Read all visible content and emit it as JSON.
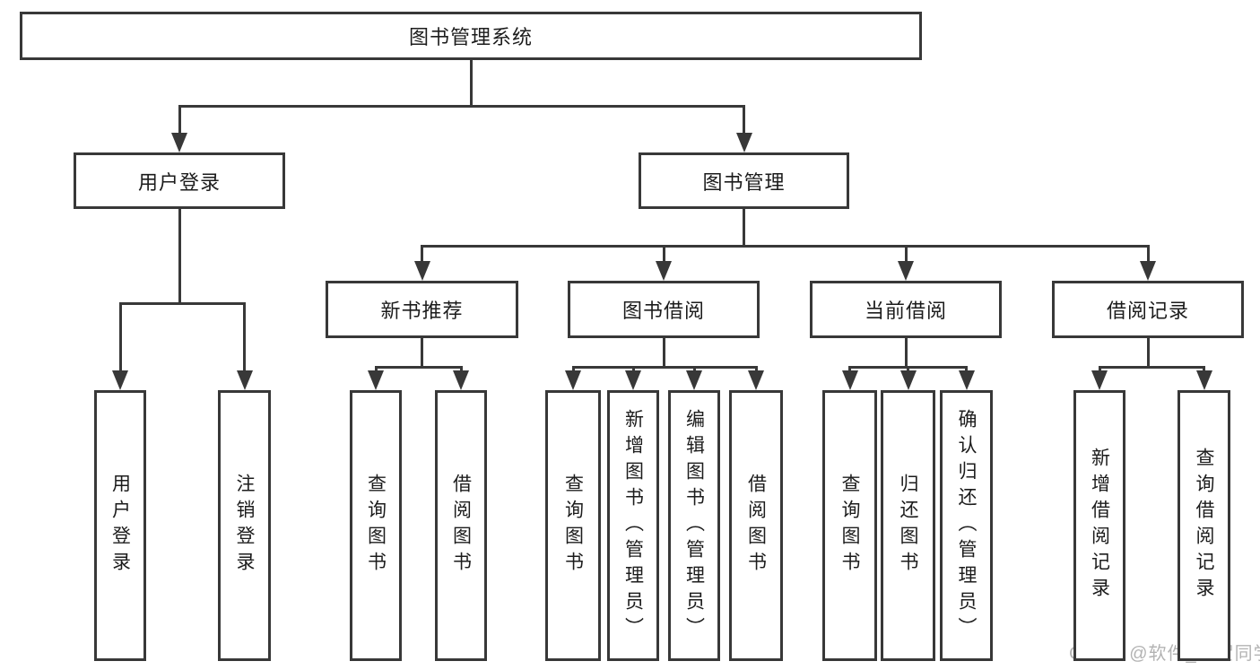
{
  "page": {
    "watermark": "CSDN @软件_小贺同学"
  },
  "diagram": {
    "type": "tree",
    "title": "图书管理系统",
    "colors": {
      "line": "#383838",
      "box_fill": "#ffffff",
      "text": "#1c1c1c",
      "watermark": "#b3b3b3"
    },
    "nodes": [
      {
        "id": "root",
        "label": "图书管理系统",
        "level": 1
      },
      {
        "id": "login",
        "label": "用户登录",
        "level": 2
      },
      {
        "id": "mgmt",
        "label": "图书管理",
        "level": 2
      },
      {
        "id": "rec",
        "label": "新书推荐",
        "level": 3
      },
      {
        "id": "borrow",
        "label": "图书借阅",
        "level": 3
      },
      {
        "id": "current",
        "label": "当前借阅",
        "level": 3
      },
      {
        "id": "record",
        "label": "借阅记录",
        "level": 3
      },
      {
        "id": "login-leaf",
        "label": "用户登录",
        "level": 4
      },
      {
        "id": "logout-leaf",
        "label": "注销登录",
        "level": 4
      },
      {
        "id": "rec-query",
        "label": "查询图书",
        "level": 4
      },
      {
        "id": "rec-borrow",
        "label": "借阅图书",
        "level": 4
      },
      {
        "id": "b-query",
        "label": "查询图书",
        "level": 4
      },
      {
        "id": "b-add",
        "label": "新增图书（管理员）",
        "level": 4
      },
      {
        "id": "b-edit",
        "label": "编辑图书（管理员）",
        "level": 4
      },
      {
        "id": "b-borrow",
        "label": "借阅图书",
        "level": 4
      },
      {
        "id": "c-query",
        "label": "查询图书",
        "level": 4
      },
      {
        "id": "c-return",
        "label": "归还图书",
        "level": 4
      },
      {
        "id": "c-confirm",
        "label": "确认归还（管理员）",
        "level": 4
      },
      {
        "id": "r-add",
        "label": "新增借阅记录",
        "level": 4
      },
      {
        "id": "r-query",
        "label": "查询借阅记录",
        "level": 4
      }
    ],
    "edges": [
      {
        "from": "root",
        "to": [
          "login",
          "mgmt"
        ]
      },
      {
        "from": "login",
        "to": [
          "login-leaf",
          "logout-leaf"
        ]
      },
      {
        "from": "mgmt",
        "to": [
          "rec",
          "borrow",
          "current",
          "record"
        ]
      },
      {
        "from": "rec",
        "to": [
          "rec-query",
          "rec-borrow"
        ]
      },
      {
        "from": "borrow",
        "to": [
          "b-query",
          "b-add",
          "b-edit",
          "b-borrow"
        ]
      },
      {
        "from": "current",
        "to": [
          "c-query",
          "c-return",
          "c-confirm"
        ]
      },
      {
        "from": "record",
        "to": [
          "r-add",
          "r-query"
        ]
      }
    ]
  }
}
